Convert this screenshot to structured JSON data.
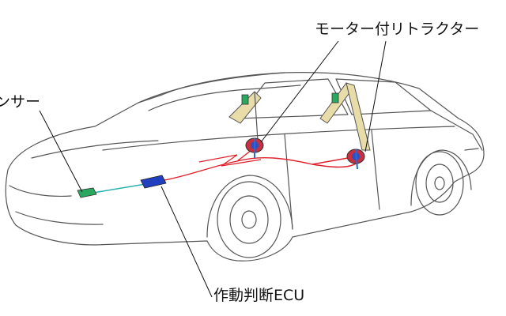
{
  "labels": {
    "retractor": "モーター付リトラクター",
    "sensor": "ンサー",
    "ecu": "作動判断ECU"
  },
  "colors": {
    "outline": "#555555",
    "wiring_red": "#e0202a",
    "wiring_cyan": "#2ab0b0",
    "sensor_green": "#2aa860",
    "ecu_blue": "#2040c0",
    "belt_tan": "#e8dca8"
  }
}
